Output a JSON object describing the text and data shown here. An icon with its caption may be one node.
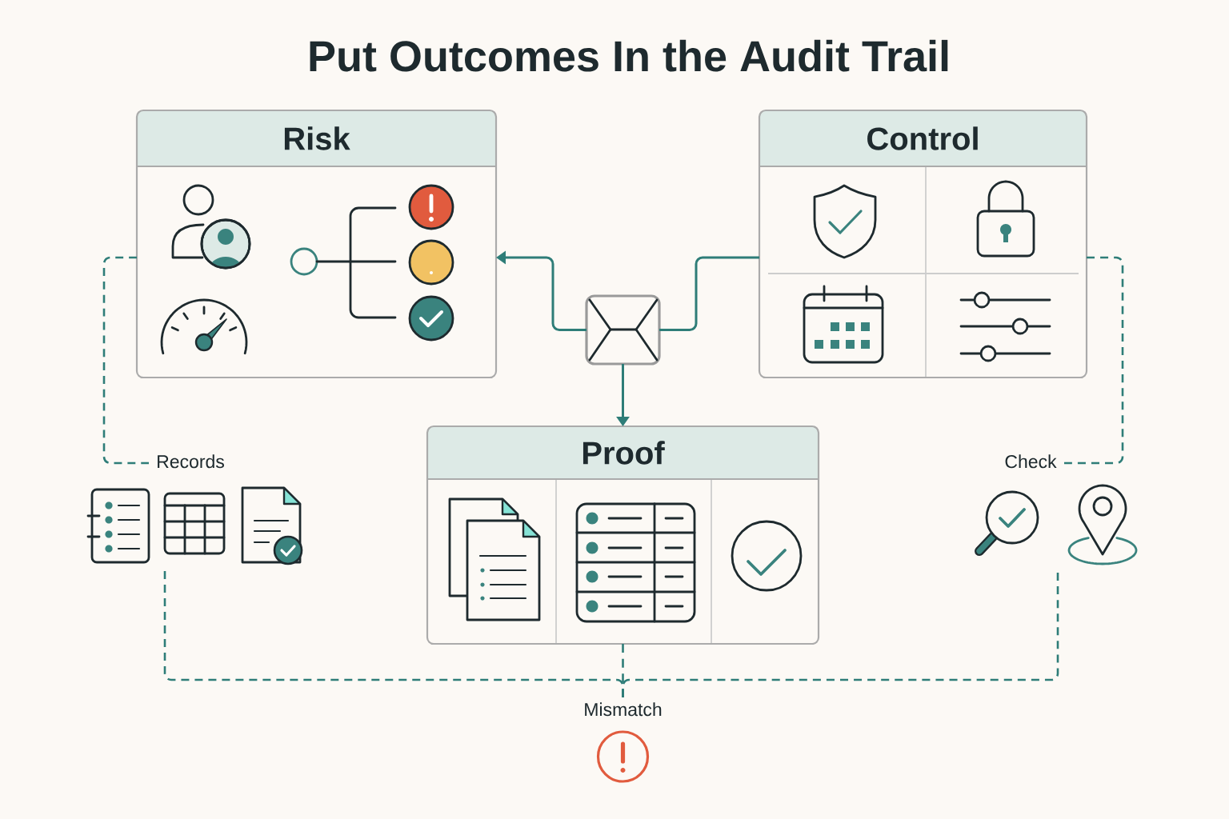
{
  "diagram": {
    "title": "Put Outcomes In the Audit Trail",
    "nodes": [
      {
        "text": [
          "Risk"
        ]
      },
      {
        "text": [
          "Control"
        ]
      },
      {
        "text": [],
        "shape": "box"
      },
      {
        "text": [
          "Proof"
        ]
      },
      {
        "text": [
          "Records"
        ]
      },
      {
        "text": [],
        "shape": "picture"
      },
      {
        "text": [
          "Check"
        ]
      },
      {
        "text": [],
        "shape": "picture"
      },
      {
        "text": [
          "Mismatch"
        ]
      }
    ],
    "edges": [
      {
        "from": 1,
        "to": 2,
        "arrow": "none"
      },
      {
        "from": 2,
        "to": 0,
        "arrow": "to"
      },
      {
        "from": 2,
        "to": 3,
        "arrow": "to"
      },
      {
        "from": 0,
        "to": 4,
        "arrow": "none",
        "style": "dashed"
      },
      {
        "from": 1,
        "to": 6,
        "arrow": "none",
        "style": "dashed"
      },
      {
        "from": 5,
        "to": 8,
        "arrow": "none",
        "style": "dashed"
      },
      {
        "from": 7,
        "to": 8,
        "arrow": "none",
        "style": "dashed"
      },
      {
        "from": 3,
        "to": 8,
        "arrow": "none",
        "style": "dashed"
      }
    ]
  }
}
